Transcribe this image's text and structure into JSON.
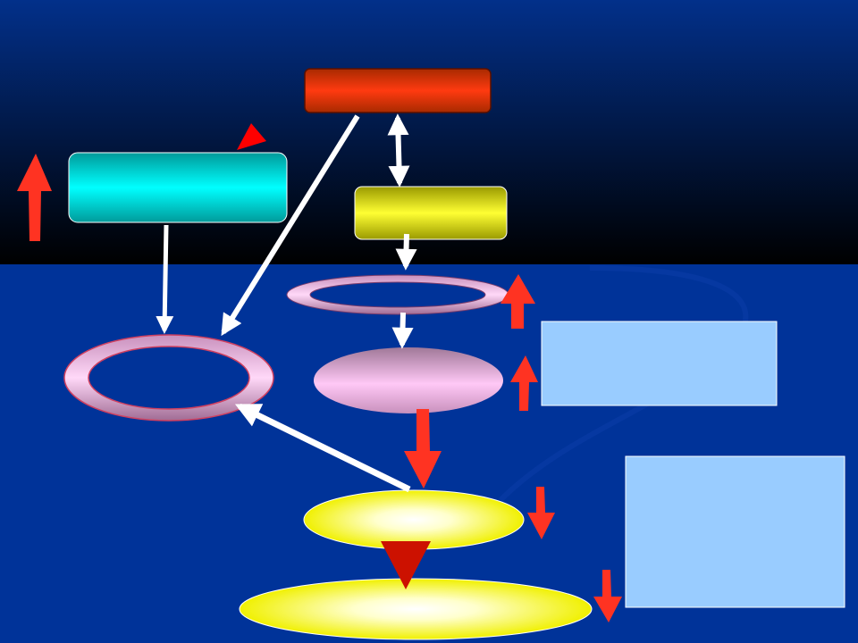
{
  "colors": {
    "background_top": "#02308a",
    "background_mid": "#000000",
    "background_lower": "#003399",
    "header_box": "#e03a10",
    "cyan_box": "#00e6e6",
    "yellow_box": "#ffff33",
    "pink_ring": "#e8a9d8",
    "pink_disc": "#f7bcef",
    "light_ellipse": "#ffff99",
    "info_box": "#99ccff",
    "red_arrow": "#ff3333",
    "white_arrow": "#ffffff"
  },
  "diagram": {
    "nodes": [
      {
        "id": "red-box",
        "shape": "rounded-rect",
        "label": ""
      },
      {
        "id": "cyan-box",
        "shape": "rounded-rect",
        "label": ""
      },
      {
        "id": "yellow-box",
        "shape": "rounded-rect",
        "label": ""
      },
      {
        "id": "thin-ring",
        "shape": "ring",
        "label": ""
      },
      {
        "id": "large-ring",
        "shape": "ring",
        "label": ""
      },
      {
        "id": "pink-disc",
        "shape": "ellipse",
        "label": ""
      },
      {
        "id": "yellow-ellipse-1",
        "shape": "ellipse",
        "label": ""
      },
      {
        "id": "yellow-ellipse-2",
        "shape": "ellipse",
        "label": ""
      },
      {
        "id": "info-box-1",
        "shape": "rect",
        "label": ""
      },
      {
        "id": "info-box-2",
        "shape": "rect",
        "label": ""
      }
    ],
    "edges": [
      {
        "from": "red-box",
        "to": "yellow-box",
        "direction": "both"
      },
      {
        "from": "red-box",
        "to": "large-ring",
        "direction": "forward"
      },
      {
        "from": "cyan-box",
        "to": "large-ring",
        "direction": "forward"
      },
      {
        "from": "yellow-box",
        "to": "thin-ring",
        "direction": "forward"
      },
      {
        "from": "thin-ring",
        "to": "pink-disc",
        "direction": "forward"
      },
      {
        "from": "pink-disc",
        "to": "yellow-ellipse-1",
        "direction": "forward"
      },
      {
        "from": "yellow-ellipse-1",
        "to": "large-ring",
        "direction": "forward"
      },
      {
        "from": "yellow-ellipse-1",
        "to": "yellow-ellipse-2",
        "direction": "forward"
      }
    ],
    "indicators": [
      {
        "id": "cyan-box",
        "trend": "up"
      },
      {
        "id": "cyan-box",
        "trend": "marker"
      },
      {
        "id": "thin-ring",
        "trend": "up"
      },
      {
        "id": "pink-disc",
        "trend": "up"
      },
      {
        "id": "yellow-ellipse-1",
        "trend": "down"
      },
      {
        "id": "yellow-ellipse-2",
        "trend": "down"
      }
    ]
  }
}
